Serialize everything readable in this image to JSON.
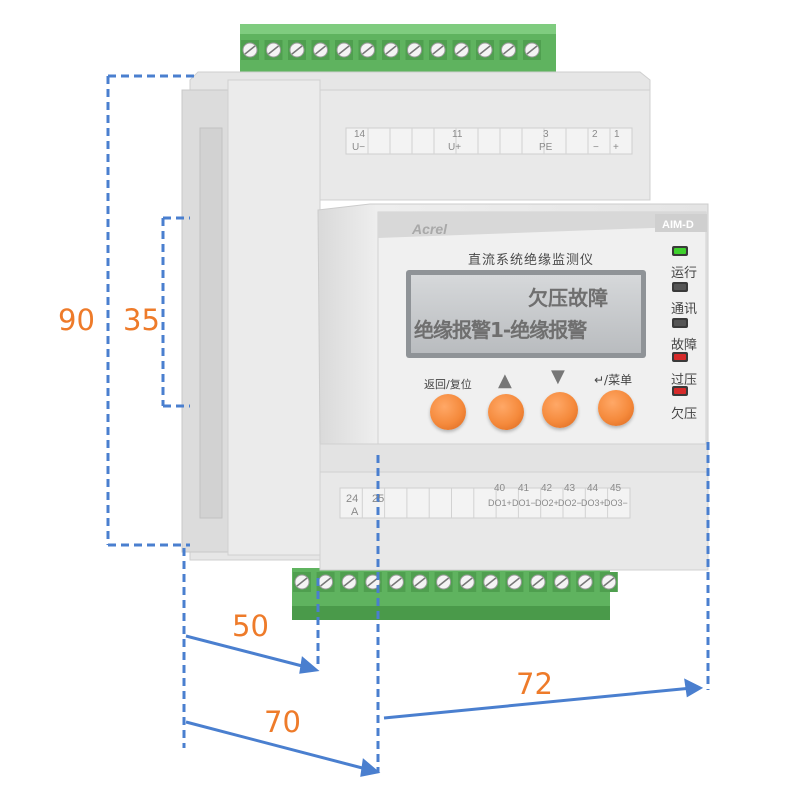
{
  "product": {
    "brand": "Acrel",
    "model": "AIM-D",
    "title": "直流系统绝缘监测仪",
    "display_lines": [
      "欠压故障",
      "绝缘报警1-绝缘报警"
    ]
  },
  "leds": [
    {
      "label": "运行",
      "color": "#3fd12e"
    },
    {
      "label": "通讯",
      "color": "#555555"
    },
    {
      "label": "故障",
      "color": "#555555"
    },
    {
      "label": "过压",
      "color": "#d62a2a"
    },
    {
      "label": "欠压",
      "color": "#d62a2a"
    }
  ],
  "buttons": [
    {
      "label": "返回/复位",
      "icon": "return-reset"
    },
    {
      "label": "▲",
      "icon": "up-arrow-icon"
    },
    {
      "label": "▼",
      "icon": "down-arrow-icon"
    },
    {
      "label": "↵/菜单",
      "icon": "enter-menu-icon"
    }
  ],
  "top_terminals": [
    {
      "num": "14",
      "sig": "U−"
    },
    {
      "num": "11",
      "sig": "U+"
    },
    {
      "num": "3",
      "sig": "PE"
    },
    {
      "num": "2",
      "sig": "−"
    },
    {
      "num": "1",
      "sig": "+"
    }
  ],
  "bottom_terminals": [
    {
      "num": "24",
      "sig": "A"
    },
    {
      "num": "25",
      "sig": ""
    },
    {
      "num": "40",
      "sig": "DO1+"
    },
    {
      "num": "41",
      "sig": "DO1−"
    },
    {
      "num": "42",
      "sig": "DO2+"
    },
    {
      "num": "43",
      "sig": "DO2−"
    },
    {
      "num": "44",
      "sig": "DO3+"
    },
    {
      "num": "45",
      "sig": "DO3−"
    }
  ],
  "dimensions": {
    "height_total": "90",
    "height_front": "35",
    "depth_rear": "50",
    "depth_total": "70",
    "width": "72"
  },
  "colors": {
    "dimension_line": "#4a7fcf",
    "dimension_text": "#ee7b2a",
    "terminal_green": "#5fb35f",
    "button_orange": "#f58a3c"
  }
}
